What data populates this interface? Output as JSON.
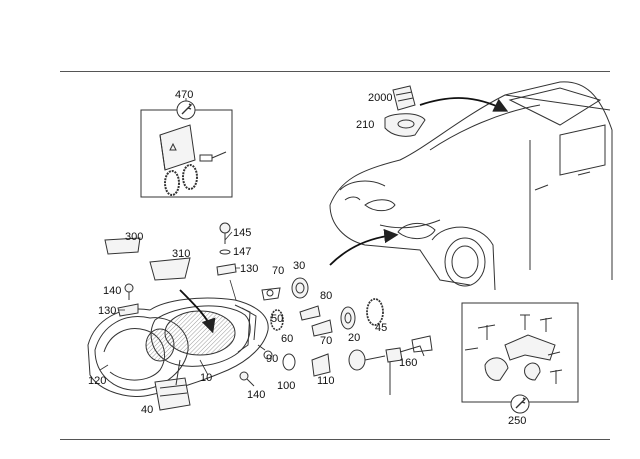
{
  "colors": {
    "line": "#222222",
    "rule": "#555555",
    "background": "#ffffff"
  },
  "icons": [
    "wrench-icon"
  ],
  "callouts": {
    "c470": "470",
    "c2000": "2000",
    "c210": "210",
    "c300": "300",
    "c310": "310",
    "c145": "145",
    "c147": "147",
    "c130a": "130",
    "c70a": "70",
    "c30": "30",
    "c80": "80",
    "c70b": "70",
    "c140a": "140",
    "c130b": "130",
    "c50": "50",
    "c60": "60",
    "c20": "20",
    "c45": "45",
    "c90": "90",
    "c160": "160",
    "c120": "120",
    "c10": "10",
    "c100": "100",
    "c110": "110",
    "c40": "40",
    "c140b": "140",
    "c250": "250"
  }
}
